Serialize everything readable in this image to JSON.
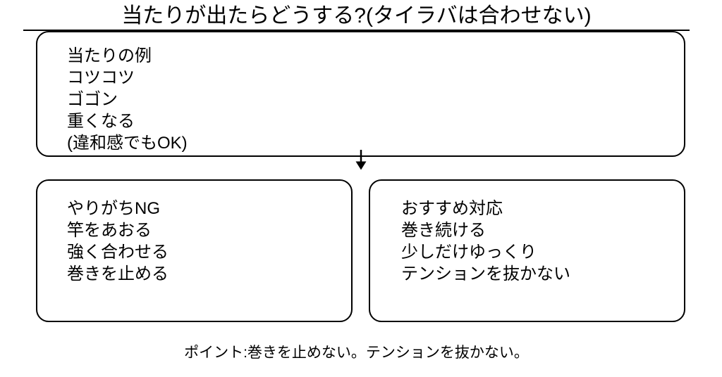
{
  "page": {
    "title": "当たりが出たらどうする?(タイラバは合わせない)",
    "footer": "ポイント:巻きを止めない。テンションを抜かない。"
  },
  "diagram": {
    "top_box": {
      "heading": "当たりの例",
      "items": [
        "コツコツ",
        "ゴゴン",
        "重くなる",
        "(違和感でもOK)"
      ]
    },
    "left_box": {
      "heading": "やりがちNG",
      "items": [
        "竿をあおる",
        "強く合わせる",
        "巻きを止める"
      ]
    },
    "right_box": {
      "heading": "おすすめ対応",
      "items": [
        "巻き続ける",
        "少しだけゆっくり",
        "テンションを抜かない"
      ]
    },
    "arrow": "down-arrow"
  },
  "colors": {
    "background": "#ffffff",
    "ink": "#000000"
  }
}
